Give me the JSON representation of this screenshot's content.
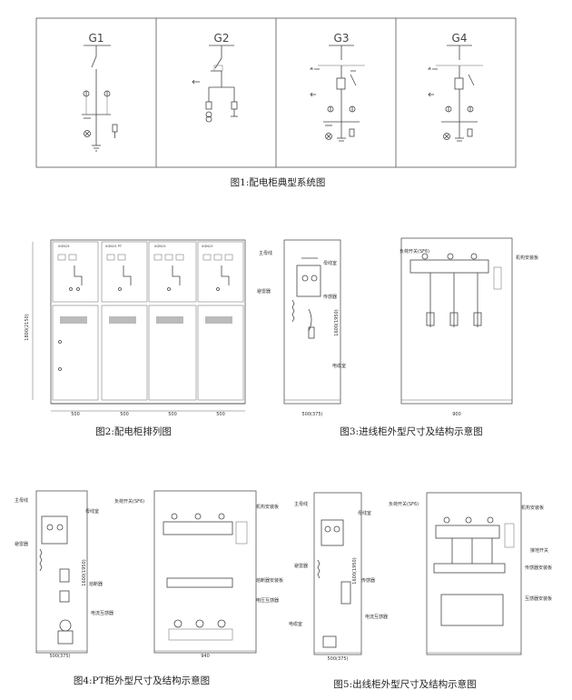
{
  "figure1": {
    "panel_labels": [
      "G1",
      "G2",
      "G3",
      "G4"
    ],
    "caption": "图1:配电柜典型系统图"
  },
  "figure2": {
    "caption": "图2:配电柜排列图",
    "panel_titles": [
      "XGN15",
      "XGN15 PT",
      "XGN15",
      "XGN15"
    ],
    "dim_height": "1800(2150)",
    "dim_widths": [
      "500",
      "500",
      "500",
      "500"
    ]
  },
  "figure3": {
    "caption": "图3:进线柜外型尺寸及结构示意图",
    "labels_side": [
      "主母线",
      "母线室",
      "避雷器",
      "传感器",
      "电缆室"
    ],
    "dim_height": "1600(1950)",
    "dim_width_side": "500(375)",
    "labels_front": [
      "负荷开关(SF6)",
      "机构安装板"
    ],
    "dim_width_front": "900"
  },
  "figure4": {
    "caption": "图4:PT柜外型尺寸及结构示意图",
    "labels_side": [
      "主母线",
      "母线室",
      "避雷器",
      "熔断器",
      "电流互感器"
    ],
    "dim_height": "1600(1950)",
    "dim_width_side": "500(375)",
    "labels_front": [
      "负荷开关(SF6)",
      "机构安装板",
      "熔断器安装板",
      "电压互感器"
    ],
    "dim_width_front": "940"
  },
  "figure5": {
    "caption": "图5:出线柜外型尺寸及结构示意图",
    "labels_side": [
      "主母线",
      "母线室",
      "避雷器",
      "传感器",
      "电缆室",
      "电流互感器"
    ],
    "dim_height": "1600(1950)",
    "dim_width_side": "500(375)",
    "labels_front": [
      "负荷开关(SF6)",
      "机构安装板",
      "接地开关",
      "传感器安装板",
      "互感器安装板"
    ]
  }
}
